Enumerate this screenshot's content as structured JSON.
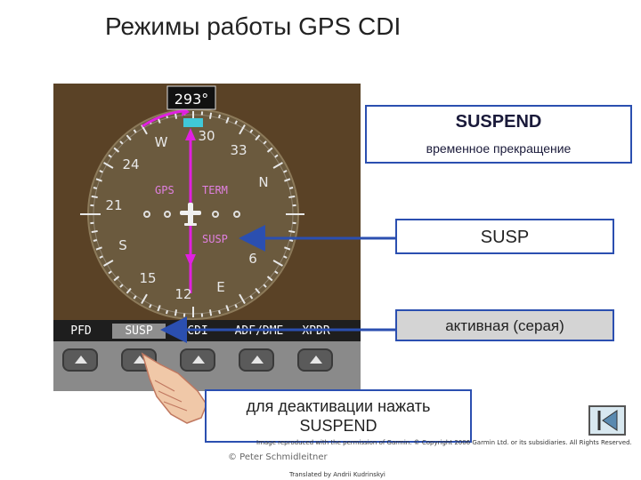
{
  "title": "Режимы работы GPS CDI",
  "instrument": {
    "heading": "293°",
    "compass_labels": [
      "W",
      "24",
      "21",
      "S",
      "15",
      "12",
      "E",
      "6",
      "N",
      "33",
      "30"
    ],
    "gps_label": "GPS",
    "term_label": "TERM",
    "susp_label": "SUSP"
  },
  "softkeys": [
    "PFD",
    "SUSP",
    "CDI",
    "ADF/DME",
    "XPDR"
  ],
  "callouts": {
    "suspend_title": "SUSPEND",
    "suspend_desc": "временное прекращение",
    "susp": "SUSP",
    "active": "активная (серая)",
    "deactivate": "для деактивации нажать SUSPEND"
  },
  "credit": "Image reproduced with the permission of Garmin. © Copyright 2006 Garmin Ltd. or its subsidiaries. All Rights Reserved.",
  "author": "© Peter Schmidleitner",
  "translator": "Translated by Andrii Kudrinskyi",
  "colors": {
    "accent": "#2b4fb0",
    "magenta": "#e020e0",
    "cyan": "#40c8d8"
  }
}
